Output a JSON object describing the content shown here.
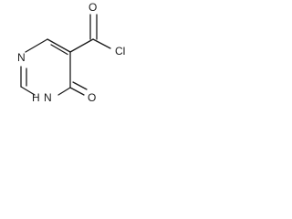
{
  "molecule": {
    "atoms": {
      "n1": "N",
      "n3": "N",
      "h3": "H",
      "o_ring": "O",
      "o_acyl": "O",
      "cl": "Cl"
    }
  }
}
